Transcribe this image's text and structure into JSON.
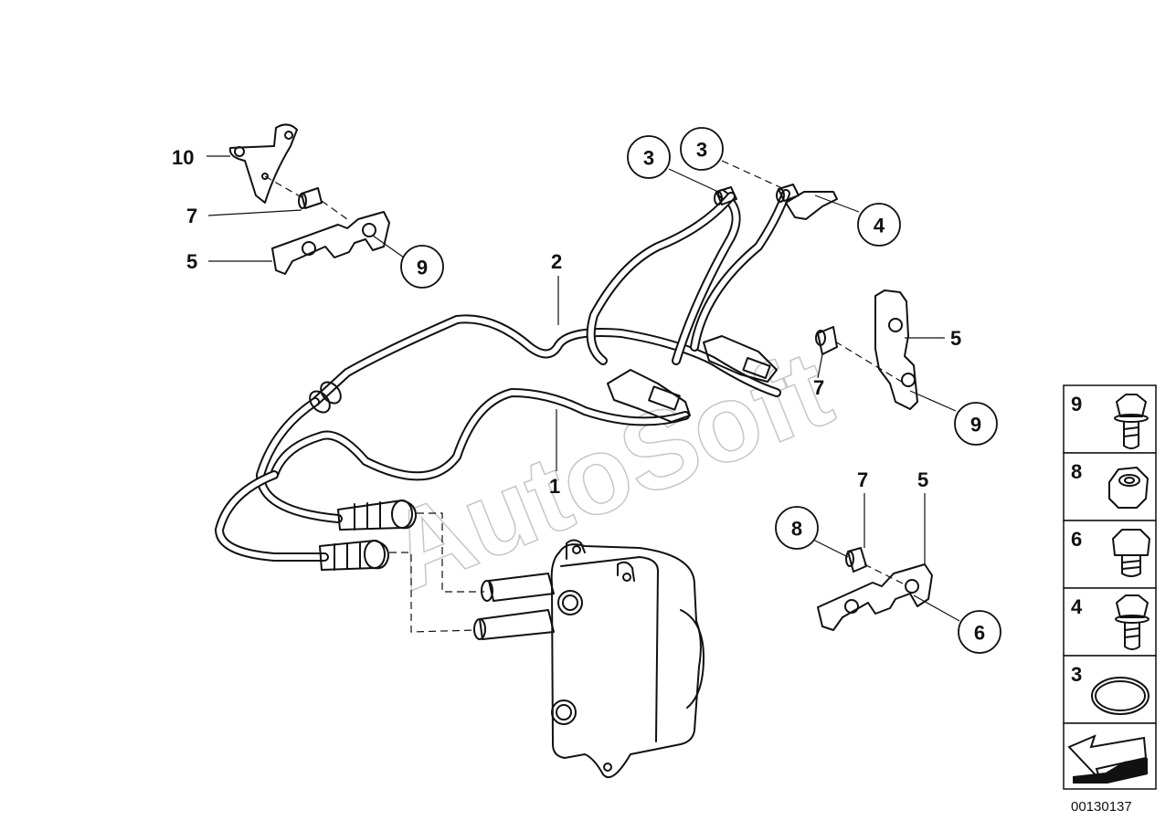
{
  "watermark": "AutoSoft",
  "diagram_number": "00130137",
  "plain_labels": {
    "l10": "10",
    "l7a": "7",
    "l5a": "5",
    "l2": "2",
    "l1": "1",
    "l5b": "5",
    "l7b": "7",
    "l7c": "7",
    "l5c": "5"
  },
  "circled_labels": {
    "c9a": "9",
    "c3a": "3",
    "c3b": "3",
    "c4": "4",
    "c9b": "9",
    "c8": "8",
    "c6": "6"
  },
  "legend": [
    {
      "number": "9",
      "icon": "bolt-with-washer-icon"
    },
    {
      "number": "8",
      "icon": "hex-nut-icon"
    },
    {
      "number": "6",
      "icon": "hex-bolt-icon"
    },
    {
      "number": "4",
      "icon": "flange-bolt-icon"
    },
    {
      "number": "3",
      "icon": "o-ring-icon"
    },
    {
      "number": "",
      "icon": "navigation-arrow-icon"
    }
  ]
}
